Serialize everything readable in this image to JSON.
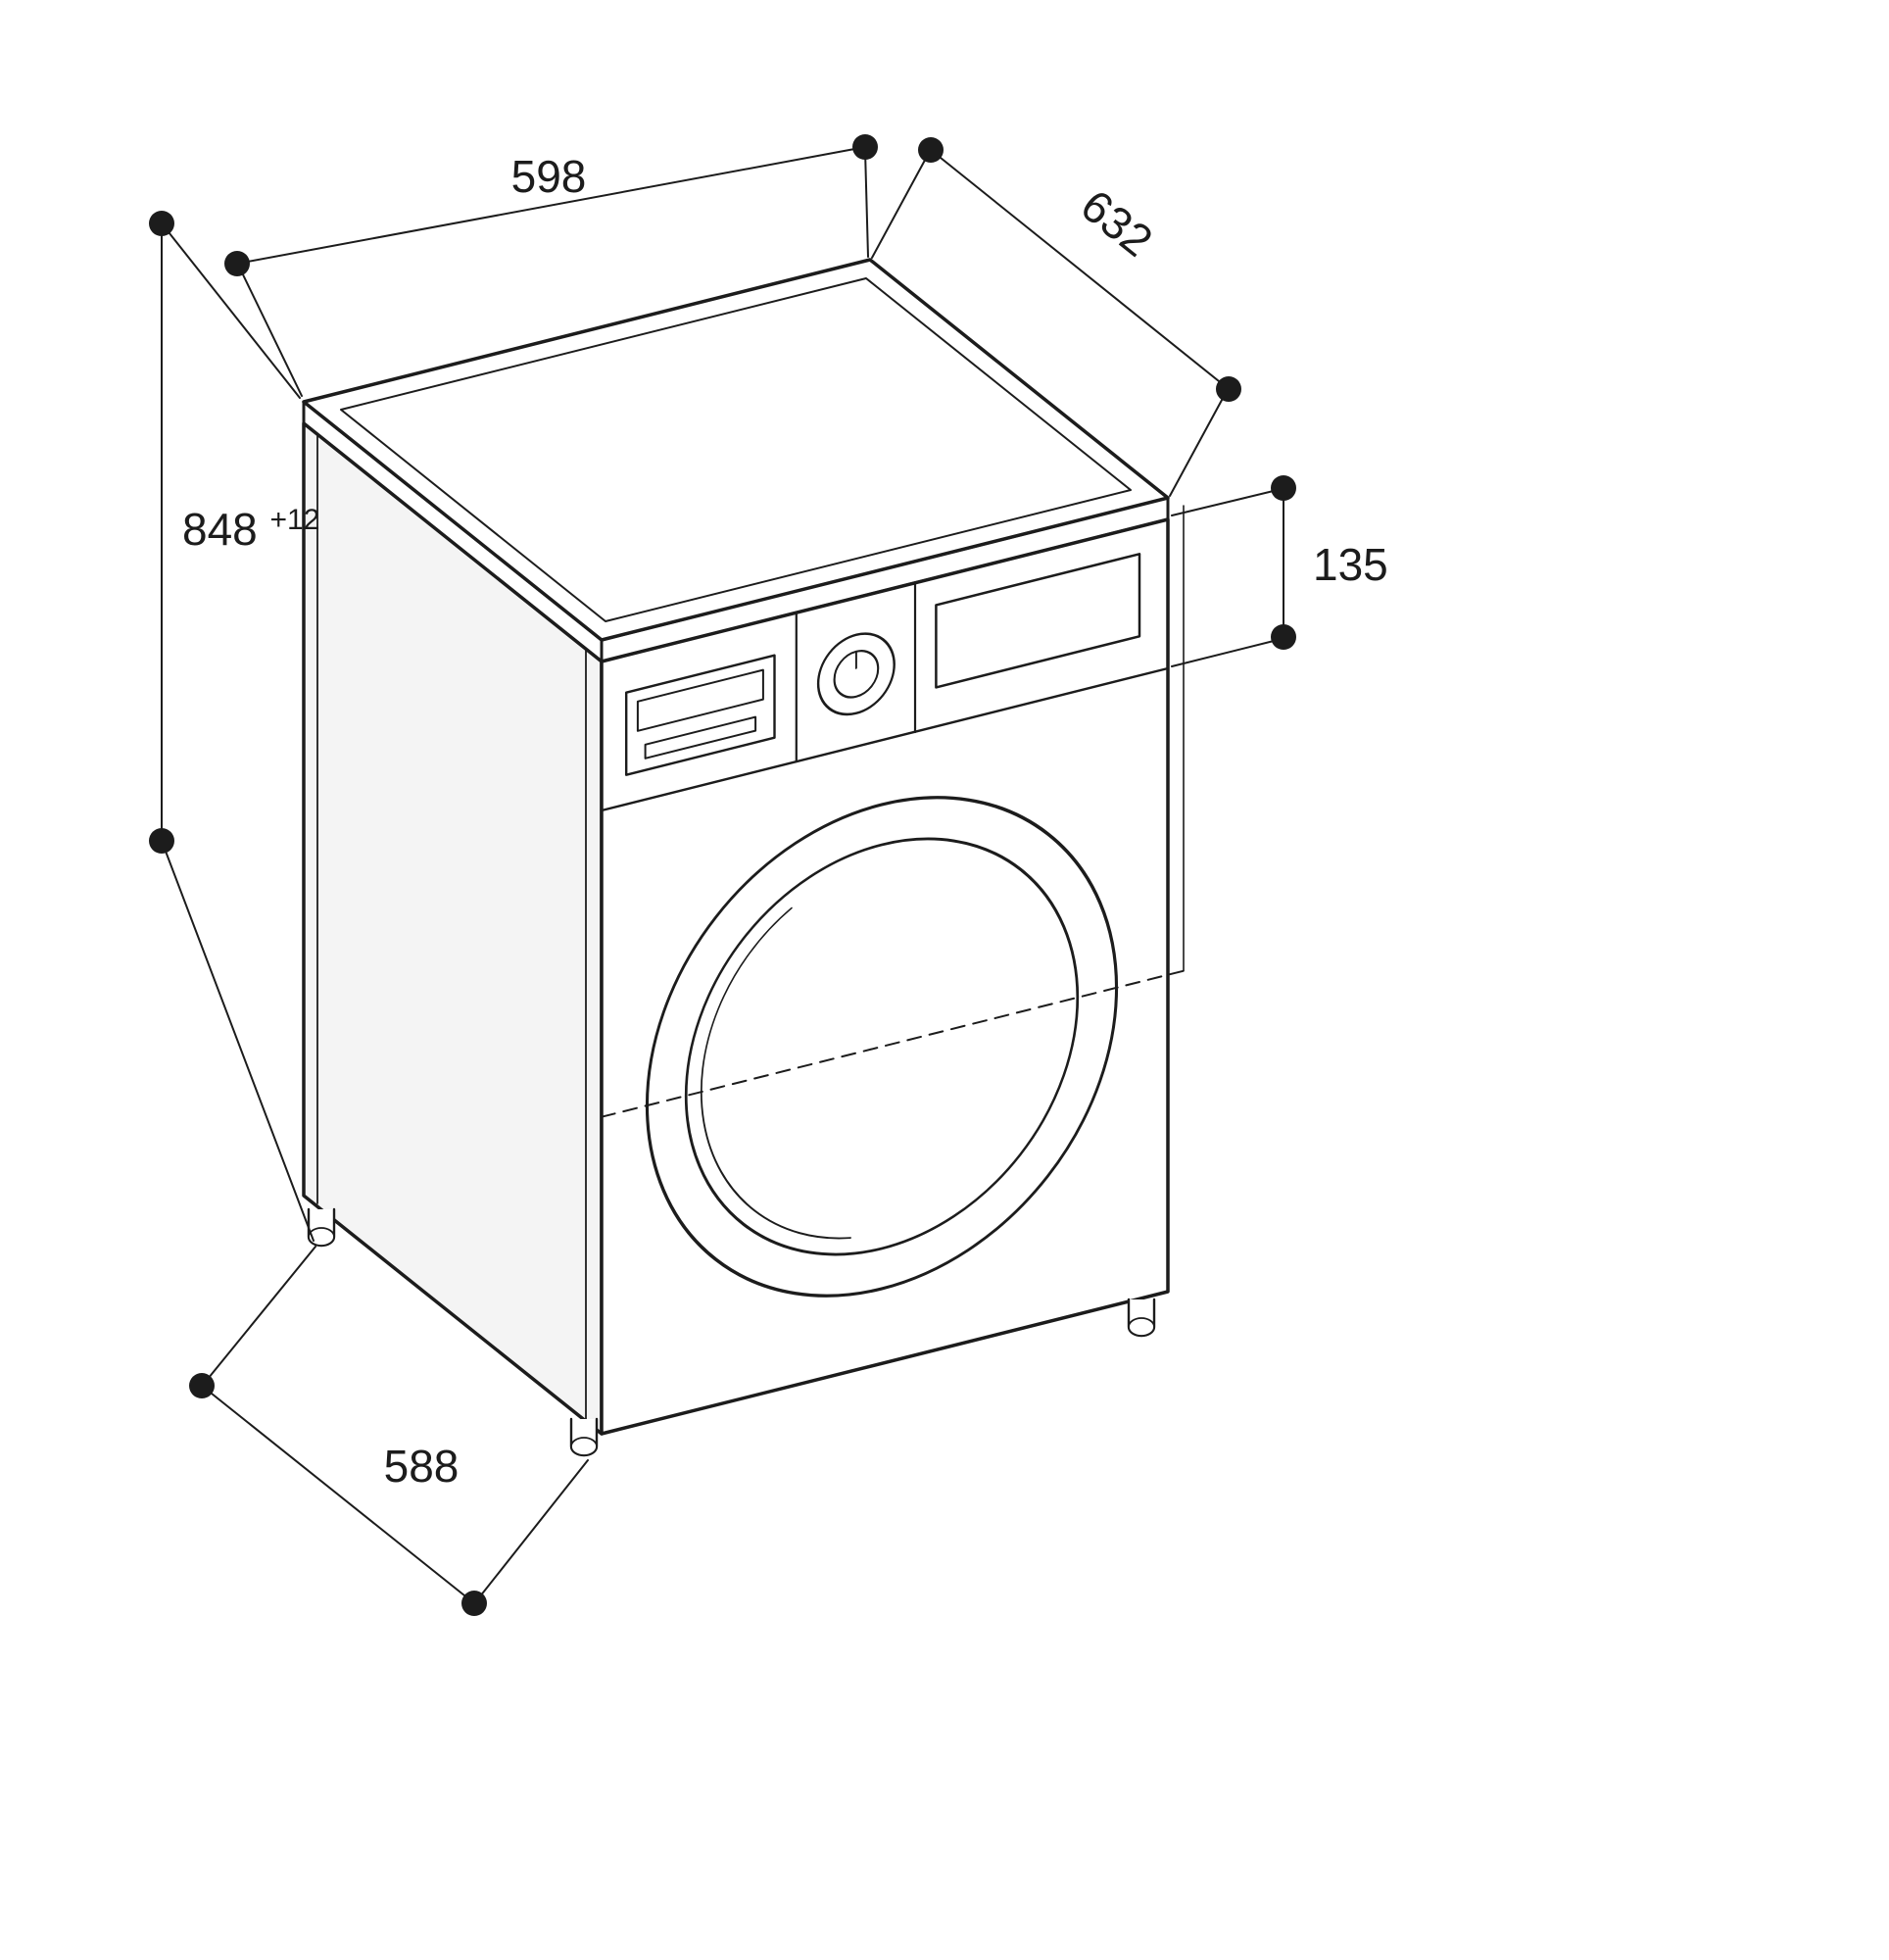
{
  "diagram": {
    "labels": {
      "width_top": "598",
      "depth_top": "632",
      "control_panel_height": "135",
      "height_value": "848",
      "height_tolerance": "+12",
      "depth_bottom": "588"
    },
    "colors": {
      "line": "#1c1c1c",
      "background": "#ffffff",
      "side_panel_fill": "#f4f4f4"
    }
  }
}
